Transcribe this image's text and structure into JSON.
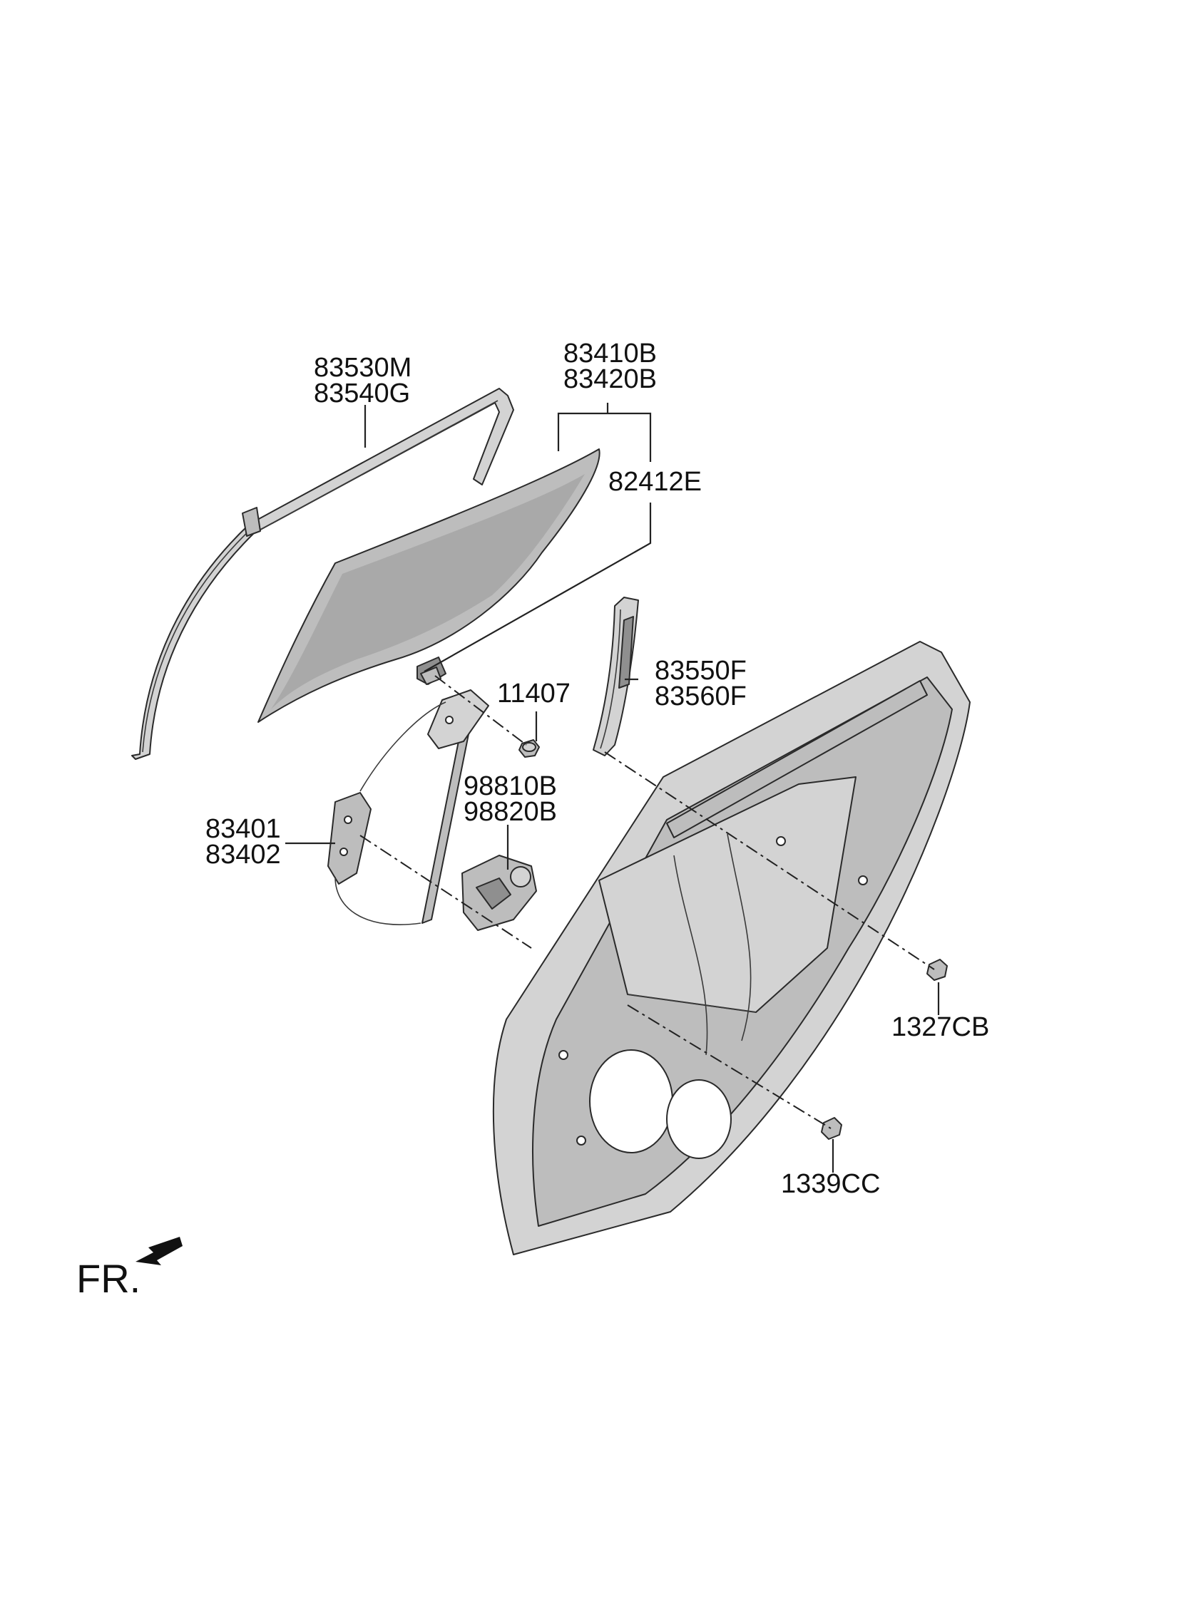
{
  "diagram": {
    "parts": {
      "channel_upper": "83530M",
      "channel_lower": "83540G",
      "glass_upper": "83410B",
      "glass_lower": "83420B",
      "glass_holder": "82412E",
      "rear_channel_upper": "83550F",
      "rear_channel_lower": "83560F",
      "bolt": "11407",
      "motor_upper": "98810B",
      "motor_lower": "98820B",
      "regulator_upper": "83401",
      "regulator_lower": "83402",
      "nut_cb": "1327CB",
      "nut_cc": "1339CC"
    },
    "front_indicator": "FR."
  }
}
